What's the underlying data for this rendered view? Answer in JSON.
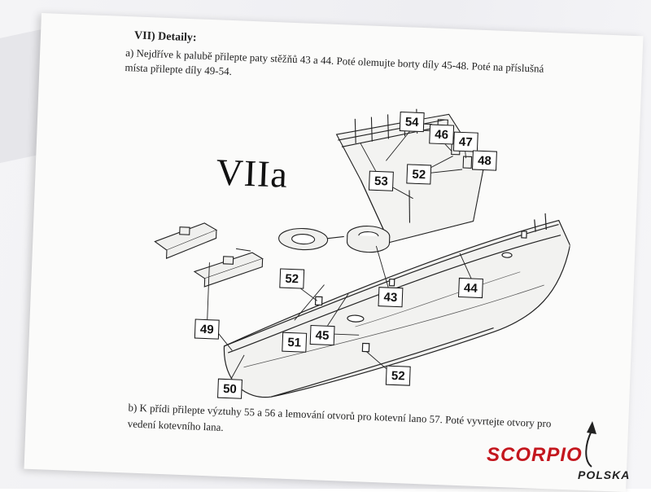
{
  "document": {
    "heading": "VII) Detaily:",
    "paragraph_a": "a) Nejdříve k palubě přilepte paty stěžňů 43 a 44. Poté olemujte borty díly 45-48. Poté na příslušná místa přilepte díly 49-54.",
    "figure_title": "VIIa",
    "paragraph_b": "b) K přídi přilepte výztuhy 55 a 56 a lemování otvorů pro kotevní lano 57. Poté vyvrtejte otvory pro vedení kotevního lana."
  },
  "part_labels": {
    "p54": "54",
    "p46": "46",
    "p47": "47",
    "p48": "48",
    "p53": "53",
    "p52_top": "52",
    "p52_left": "52",
    "p44": "44",
    "p43": "43",
    "p49": "49",
    "p51": "51",
    "p45": "45",
    "p52_bottom": "52",
    "p50": "50"
  },
  "logo": {
    "brand": "SCORPIO",
    "sub": "POLSKA",
    "color_main": "#c4171e",
    "color_sub": "#222222"
  }
}
